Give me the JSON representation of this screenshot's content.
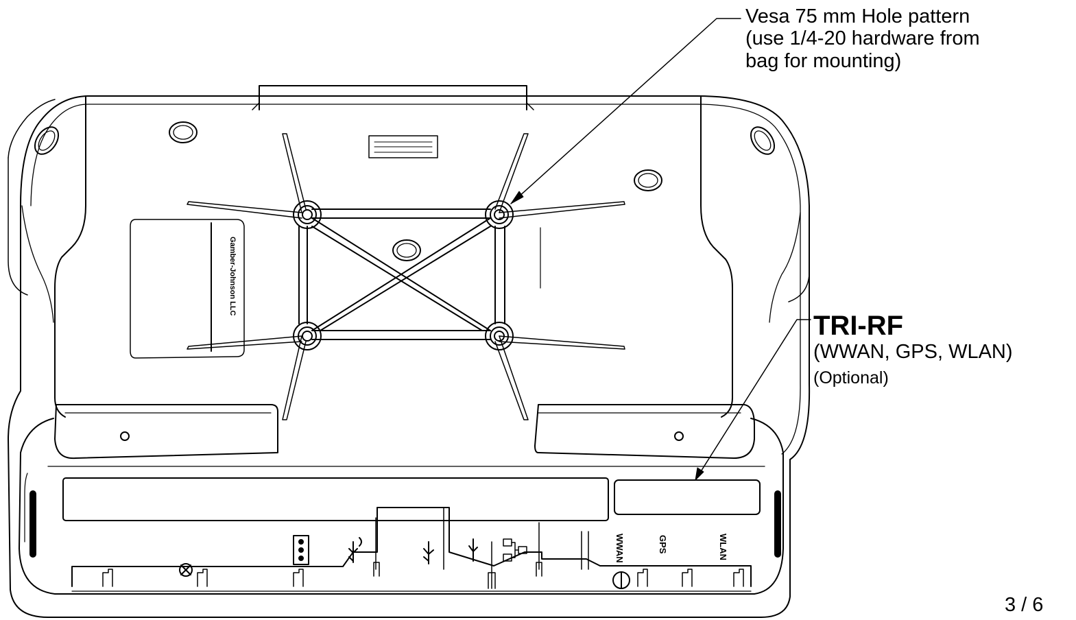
{
  "callouts": {
    "vesa": {
      "line1": "Vesa 75 mm Hole pattern",
      "line2": "(use 1/4-20 hardware from",
      "line3": "bag for mounting)"
    },
    "trirf": {
      "title": "TRI-RF",
      "subtitle": "(WWAN, GPS, WLAN)",
      "optional": "(Optional)"
    }
  },
  "port_labels": {
    "wwan": "WWAN",
    "gps": "GPS",
    "wlan": "WLAN"
  },
  "label_plate": {
    "company": "Gamber-Johnson LLC"
  },
  "page_number": "3 / 6"
}
